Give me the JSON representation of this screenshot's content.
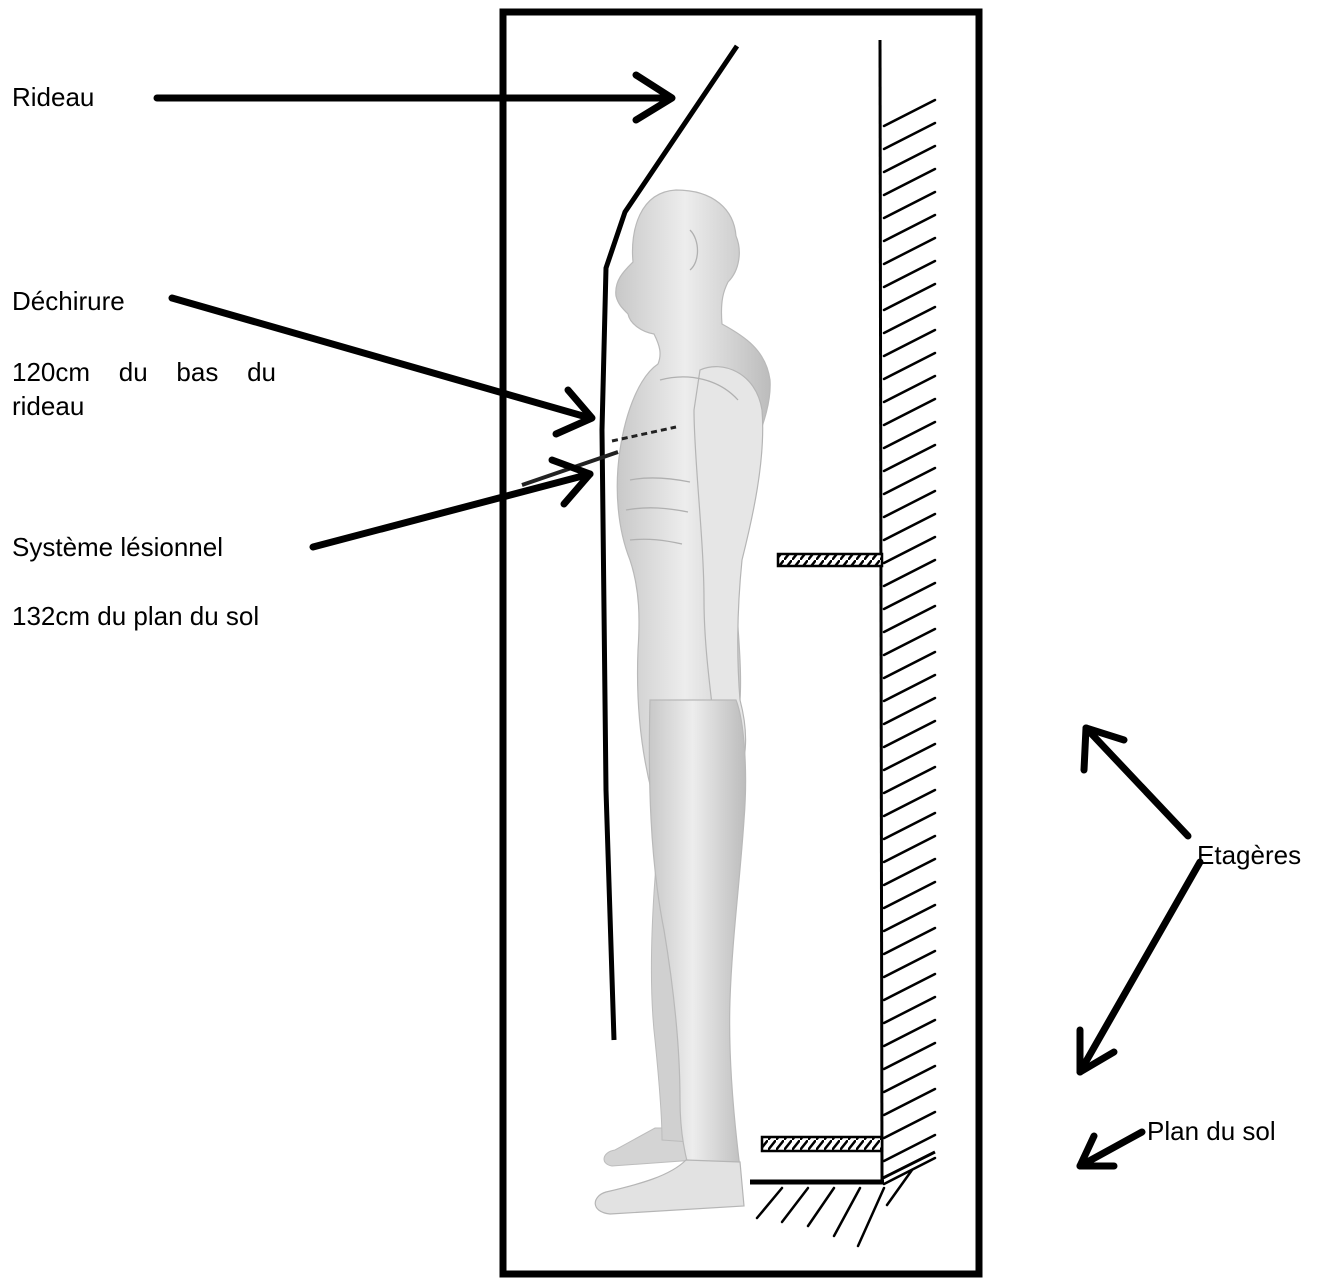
{
  "labels": {
    "rideau": "Rideau",
    "dechirure": "Déchirure",
    "dechirure_detail": "120cm du bas du rideau",
    "systeme": "Système lésionnel",
    "systeme_detail": "132cm du plan du sol",
    "etageres": "Etagères",
    "plan_du_sol": "Plan du sol"
  },
  "colors": {
    "ink": "#000000",
    "figure_fill": "#e3e3e3",
    "figure_shadow": "#c2c2c2",
    "background": "#ffffff"
  },
  "icons": {
    "figure": "human-figure-profile",
    "arrows": "arrow-icon"
  }
}
